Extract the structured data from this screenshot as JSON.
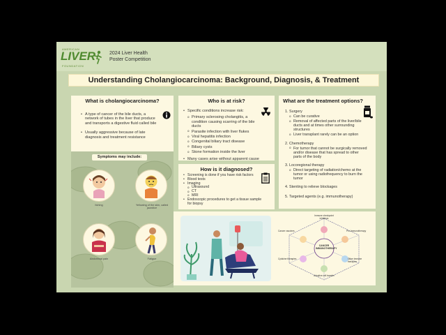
{
  "header": {
    "logo": {
      "top_text": "AMERICAN",
      "word": "LIVER",
      "bottom_text": "FOUNDATION"
    },
    "line1": "2024 Liver Health",
    "line2": "Poster Competition"
  },
  "title": "Understanding Cholangiocarcinoma: Background, Diagnosis, & Treatment",
  "what_is": {
    "heading": "What is cholangiocarcinoma?",
    "points": [
      "A type of cancer of the bile ducts, a network of tubes in the liver that produce and transports a digestive fluid called bile",
      "Usually aggressive because of late diagnosis and treatment resistance"
    ]
  },
  "symptoms": {
    "heading": "Symptoms may include:",
    "items": [
      {
        "label": "Itching"
      },
      {
        "label": "Yellowing of the skin, called jaundice"
      },
      {
        "label": "Abdominal pain"
      },
      {
        "label": "Fatigue"
      }
    ]
  },
  "risk": {
    "heading": "Who is at risk?",
    "intro": "Specific conditions increase risk:",
    "conditions": [
      "Primary sclerosing cholangitis, a condition causing scarring of the bile ducts",
      "Parasite infection with liver flukes",
      "Viral hepatitis infection",
      "Congenital biliary tract disease",
      "Biliary cysts",
      "Stone formation inside the liver"
    ],
    "note": "Many cases arise without apparent cause"
  },
  "diagnosis": {
    "heading": "How is it diagnosed?",
    "points": [
      "Screening is done if you have risk factors",
      "Blood tests",
      "Imaging",
      "Endoscopic procedures to get a tissue sample for biopsy"
    ],
    "imaging": [
      "Ultrasound",
      "CT",
      "MRI"
    ]
  },
  "treatment": {
    "heading": "What are the treatment options?",
    "items": [
      {
        "title": "Surgery",
        "subs": [
          "Can be curative",
          "Removal of affected parts of the liver/bile ducts and at times other surrounding structures",
          "Liver transplant rarely can be an option"
        ]
      },
      {
        "title": "Chemotherapy",
        "subs": [
          "For tumor that cannot be surgically removed and/or disease that has spread to other parts of the body"
        ]
      },
      {
        "title": "Locoregional therapy",
        "subs": [
          "Direct targeting of radiation/chemo at the tumor or using radiofrequency to burn the tumor"
        ]
      },
      {
        "title": "Stenting to relieve blockages",
        "subs": []
      },
      {
        "title": "Targeted agents (e.g. immunotherapy)",
        "subs": []
      }
    ]
  },
  "immunotherapy": {
    "center": "CANCER IMMUNOTHERAPY",
    "labels": [
      "Immune checkpoint inhibitors",
      "Pro-Immunotherapy",
      "Cancer vaccines",
      "Other immune therapies",
      "Cytokine therapies",
      "Adoptive cell transfer"
    ]
  },
  "colors": {
    "background": "#c9d6b0",
    "panel": "#fdf8e1",
    "brand_green": "#4f8a2f"
  }
}
